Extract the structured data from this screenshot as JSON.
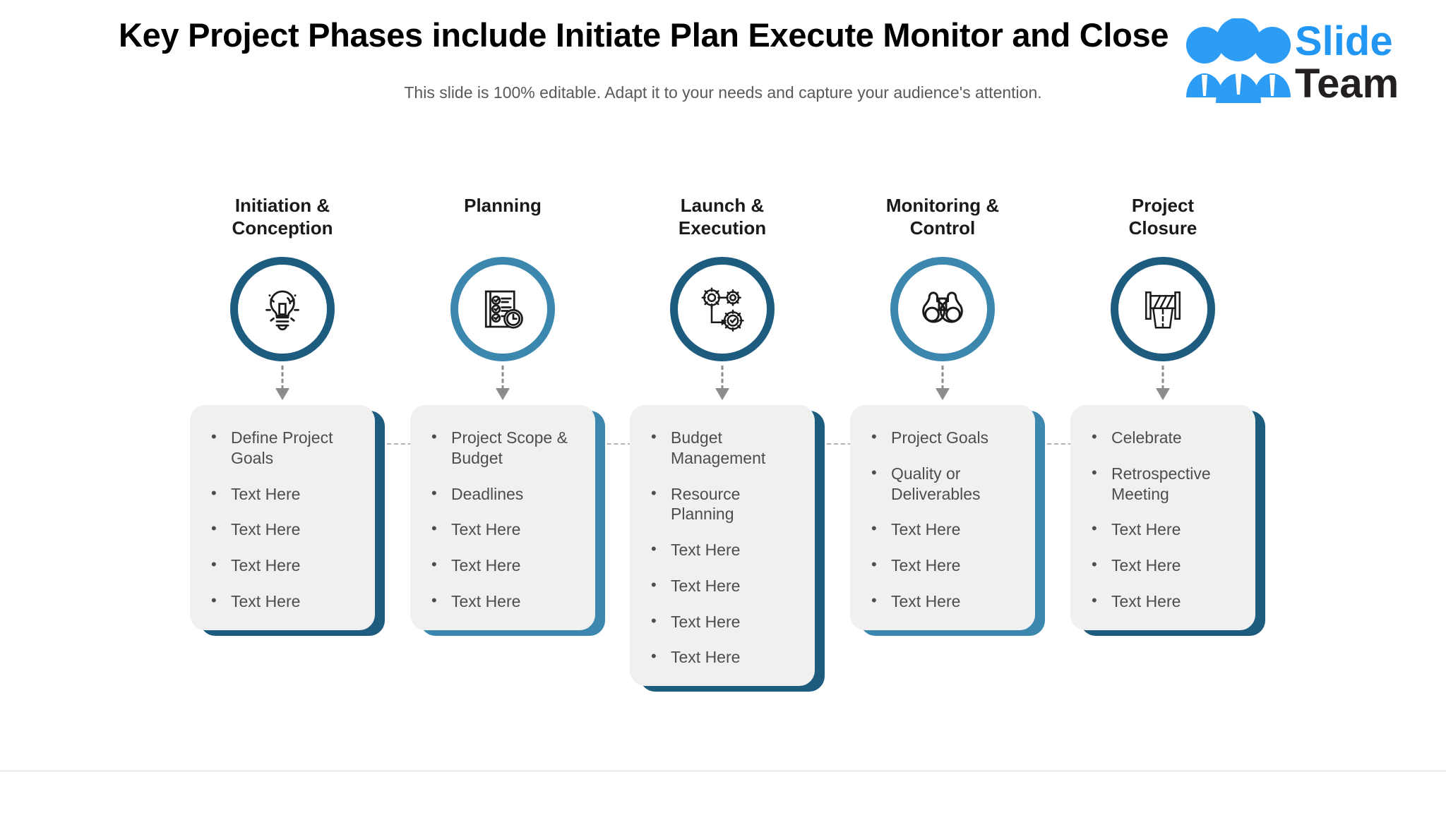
{
  "header": {
    "title": "Key Project Phases include Initiate Plan Execute Monitor and Close",
    "subtitle": "This slide is 100% editable. Adapt it to your needs and capture your audience's attention."
  },
  "logo": {
    "word_primary": "Slide",
    "word_secondary": "Team",
    "icon": "three-people-icon",
    "primary_color": "#2196f3",
    "secondary_color": "#231f20"
  },
  "colors": {
    "ring_dark": "#1d5b7f",
    "ring_light": "#3b87ae",
    "card_bg": "#f0f0f0",
    "text": "#4d4d4d",
    "heading": "#1a1a1a",
    "connector": "#b3b3b3",
    "arrow": "#8c8c8c"
  },
  "phases": [
    {
      "title": "Initiation &\nConception",
      "title_line1": "Initiation &",
      "title_line2": "Conception",
      "icon": "lightbulb-icon",
      "ring_tone": "dark",
      "items": [
        "Define Project Goals",
        "Text Here",
        "Text Here",
        "Text Here",
        "Text Here"
      ]
    },
    {
      "title": "Planning",
      "title_line1": "Planning",
      "title_line2": "",
      "icon": "checklist-clock-icon",
      "ring_tone": "light",
      "items": [
        "Project Scope & Budget",
        "Deadlines",
        "Text Here",
        "Text Here",
        "Text Here"
      ]
    },
    {
      "title": "Launch &\nExecution",
      "title_line1": "Launch &",
      "title_line2": "Execution",
      "icon": "gears-process-icon",
      "ring_tone": "dark",
      "items": [
        "Budget Management",
        "Resource Planning",
        "Text Here",
        "Text Here",
        "Text Here",
        "Text Here"
      ]
    },
    {
      "title": "Monitoring &\nControl",
      "title_line1": "Monitoring &",
      "title_line2": "Control",
      "icon": "binoculars-icon",
      "ring_tone": "light",
      "items": [
        "Project Goals",
        "Quality or Deliverables",
        "Text Here",
        "Text Here",
        "Text Here"
      ]
    },
    {
      "title": "Project\nClosure",
      "title_line1": "Project",
      "title_line2": "Closure",
      "icon": "road-barrier-icon",
      "ring_tone": "dark",
      "items": [
        "Celebrate",
        "Retrospective Meeting",
        "Text Here",
        "Text Here",
        "Text Here"
      ]
    }
  ]
}
